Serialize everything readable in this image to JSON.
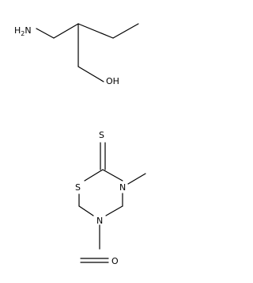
{
  "structures": [
    {
      "id": "aminobutanol",
      "atom_labels": [
        "H2N",
        "OH"
      ]
    },
    {
      "id": "thiadiazinethione",
      "atom_labels": [
        "S",
        "S",
        "N",
        "N"
      ]
    },
    {
      "id": "formaldehyde",
      "atom_labels": [
        "O"
      ]
    }
  ],
  "colors": {
    "bond": "#000000",
    "background": "#ffffff"
  }
}
